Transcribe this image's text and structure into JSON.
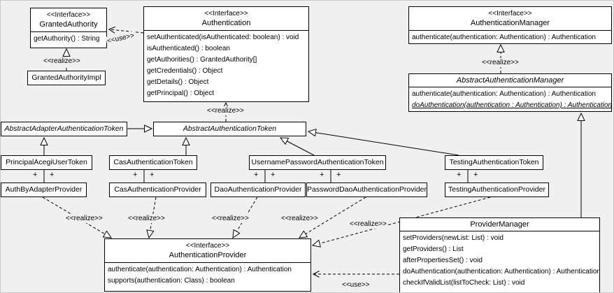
{
  "diagram": {
    "background": "#f0f0f0",
    "box_fill": "#ffffff",
    "line_color": "#000000"
  },
  "labels": {
    "use": "<<use>>",
    "realize": "<<realize>>",
    "plus": "+"
  },
  "classes": {
    "grantedAuthority": {
      "stereotype": "<<Interface>>",
      "name": "GrantedAuthority",
      "methods": [
        "getAuthority() : String"
      ]
    },
    "grantedAuthorityImpl": {
      "name": "GrantedAuthorityImpl"
    },
    "authentication": {
      "stereotype": "<<Interface>>",
      "name": "Authentication",
      "methods": [
        "setAuthenticated(isAuthenticated: boolean) : void",
        "isAuthenticated() : boolean",
        "getAuthorities() : GrantedAuthority[]",
        "getCredentials() : Object",
        "getDetails() : Object",
        "getPrincipal() : Object"
      ]
    },
    "authenticationManager": {
      "stereotype": "<<Interface>>",
      "name": "AuthenticationManager",
      "methods": [
        "authenticate(authentication: Authentication) : Authentication"
      ]
    },
    "abstractAuthenticationManager": {
      "name": "AbstractAuthenticationManager",
      "methods": [
        "authenticate(authentication: Authentication) : Authentication",
        "doAuthentication(authentication : Authentication) : Authentication"
      ]
    },
    "abstractAdapterAuthenticationToken": {
      "name": "AbstractAdapterAuthenticationToken"
    },
    "abstractAuthenticationToken": {
      "name": "AbstractAuthenticationToken"
    },
    "principalAcegiUserToken": {
      "name": "PrincipalAcegiUserToken"
    },
    "casAuthenticationToken": {
      "name": "CasAuthenticationToken"
    },
    "usernamePasswordAuthenticationToken": {
      "name": "UsernamePasswordAuthenticationToken"
    },
    "testingAuthenticationToken": {
      "name": "TestingAuthenticationToken"
    },
    "authByAdapterProvider": {
      "name": "AuthByAdapterProvider"
    },
    "casAuthenticationProvider": {
      "name": "CasAuthenticationProvider"
    },
    "daoAuthenticationProvider": {
      "name": "DaoAuthenticationProvider"
    },
    "passwordDaoAuthenticationProvider": {
      "name": "PasswordDaoAuthenticationProvider"
    },
    "testingAuthenticationProvider": {
      "name": "TestingAuthenticationProvider"
    },
    "authenticationProvider": {
      "stereotype": "<<Interface>>",
      "name": "AuthenticationProvider",
      "methods": [
        "authenticate(authentication: Authentication) : Authentication",
        "supports(authentication: Class) : boolean"
      ]
    },
    "providerManager": {
      "name": "ProviderManager",
      "methods": [
        "setProviders(newList: List) : void",
        "getProviders() : List",
        "afterPropertiesSet() : void",
        "doAuthentication(authentication: Authentication) : Authentication",
        "checkIfValidList(listToCheck: List) : void"
      ]
    }
  },
  "relationships": [
    {
      "type": "use",
      "from": "Authentication",
      "to": "GrantedAuthority"
    },
    {
      "type": "realize",
      "from": "GrantedAuthorityImpl",
      "to": "GrantedAuthority"
    },
    {
      "type": "realize",
      "from": "AbstractAuthenticationToken",
      "to": "Authentication"
    },
    {
      "type": "realize",
      "from": "AbstractAuthenticationManager",
      "to": "AuthenticationManager"
    },
    {
      "type": "generalize",
      "from": "AbstractAdapterAuthenticationToken",
      "to": "AbstractAuthenticationToken"
    },
    {
      "type": "generalize",
      "from": "PrincipalAcegiUserToken",
      "to": "AbstractAdapterAuthenticationToken"
    },
    {
      "type": "generalize",
      "from": "CasAuthenticationToken",
      "to": "AbstractAuthenticationToken"
    },
    {
      "type": "generalize",
      "from": "UsernamePasswordAuthenticationToken",
      "to": "AbstractAuthenticationToken"
    },
    {
      "type": "generalize",
      "from": "TestingAuthenticationToken",
      "to": "AbstractAuthenticationToken"
    },
    {
      "type": "association",
      "from": "PrincipalAcegiUserToken",
      "to": "AuthByAdapterProvider"
    },
    {
      "type": "association",
      "from": "CasAuthenticationToken",
      "to": "CasAuthenticationProvider"
    },
    {
      "type": "association",
      "from": "UsernamePasswordAuthenticationToken",
      "to": "DaoAuthenticationProvider"
    },
    {
      "type": "association",
      "from": "UsernamePasswordAuthenticationToken",
      "to": "PasswordDaoAuthenticationProvider"
    },
    {
      "type": "association",
      "from": "TestingAuthenticationToken",
      "to": "TestingAuthenticationProvider"
    },
    {
      "type": "realize",
      "from": "AuthByAdapterProvider",
      "to": "AuthenticationProvider"
    },
    {
      "type": "realize",
      "from": "CasAuthenticationProvider",
      "to": "AuthenticationProvider"
    },
    {
      "type": "realize",
      "from": "DaoAuthenticationProvider",
      "to": "AuthenticationProvider"
    },
    {
      "type": "realize",
      "from": "PasswordDaoAuthenticationProvider",
      "to": "AuthenticationProvider"
    },
    {
      "type": "realize",
      "from": "TestingAuthenticationProvider",
      "to": "AuthenticationProvider"
    },
    {
      "type": "use",
      "from": "ProviderManager",
      "to": "AuthenticationProvider"
    },
    {
      "type": "generalize",
      "from": "ProviderManager",
      "to": "AbstractAuthenticationManager"
    }
  ]
}
